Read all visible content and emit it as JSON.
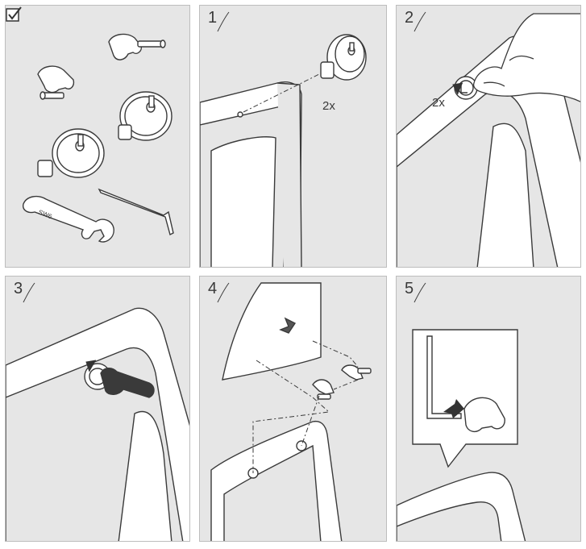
{
  "panels": [
    {
      "id": "parts",
      "step": "",
      "qty": ""
    },
    {
      "id": "step1",
      "step": "1",
      "qty": "2x"
    },
    {
      "id": "step2",
      "step": "2",
      "qty": "2x"
    },
    {
      "id": "step3",
      "step": "3",
      "qty": ""
    },
    {
      "id": "step4",
      "step": "4",
      "qty": ""
    },
    {
      "id": "step5",
      "step": "5",
      "qty": ""
    }
  ],
  "wrench_label": "SW6",
  "icons": [
    "checkbox-icon",
    "wrench-icon",
    "hex-key-icon",
    "arrow-icon",
    "hand-icon"
  ],
  "colors": {
    "panel_bg": "#e6e6e6",
    "line": "#3a3a3a",
    "white": "#ffffff"
  }
}
